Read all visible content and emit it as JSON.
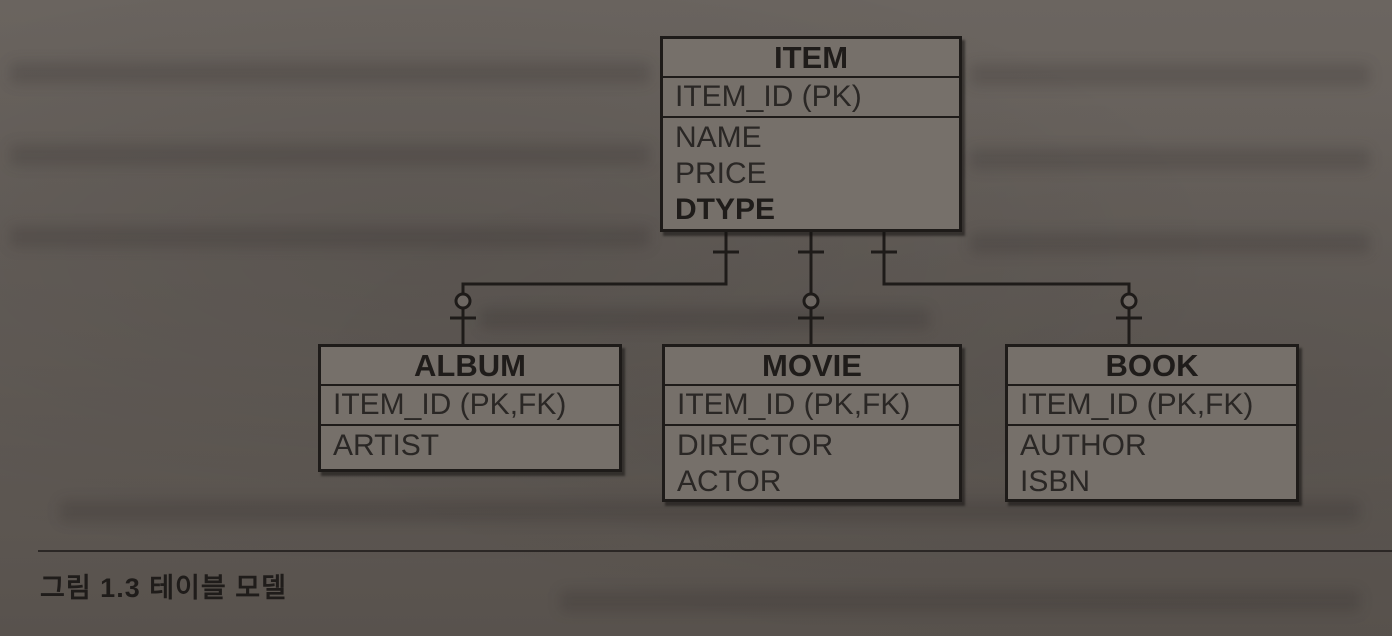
{
  "entities": {
    "item": {
      "name": "ITEM",
      "pk": "ITEM_ID (PK)",
      "attrs": [
        "NAME",
        "PRICE",
        "DTYPE"
      ]
    },
    "album": {
      "name": "ALBUM",
      "pk": "ITEM_ID (PK,FK)",
      "attrs": [
        "ARTIST"
      ]
    },
    "movie": {
      "name": "MOVIE",
      "pk": "ITEM_ID (PK,FK)",
      "attrs": [
        "DIRECTOR",
        "ACTOR"
      ]
    },
    "book": {
      "name": "BOOK",
      "pk": "ITEM_ID (PK,FK)",
      "attrs": [
        "AUTHOR",
        "ISBN"
      ]
    }
  },
  "caption": "그림 1.3 테이블 모델"
}
